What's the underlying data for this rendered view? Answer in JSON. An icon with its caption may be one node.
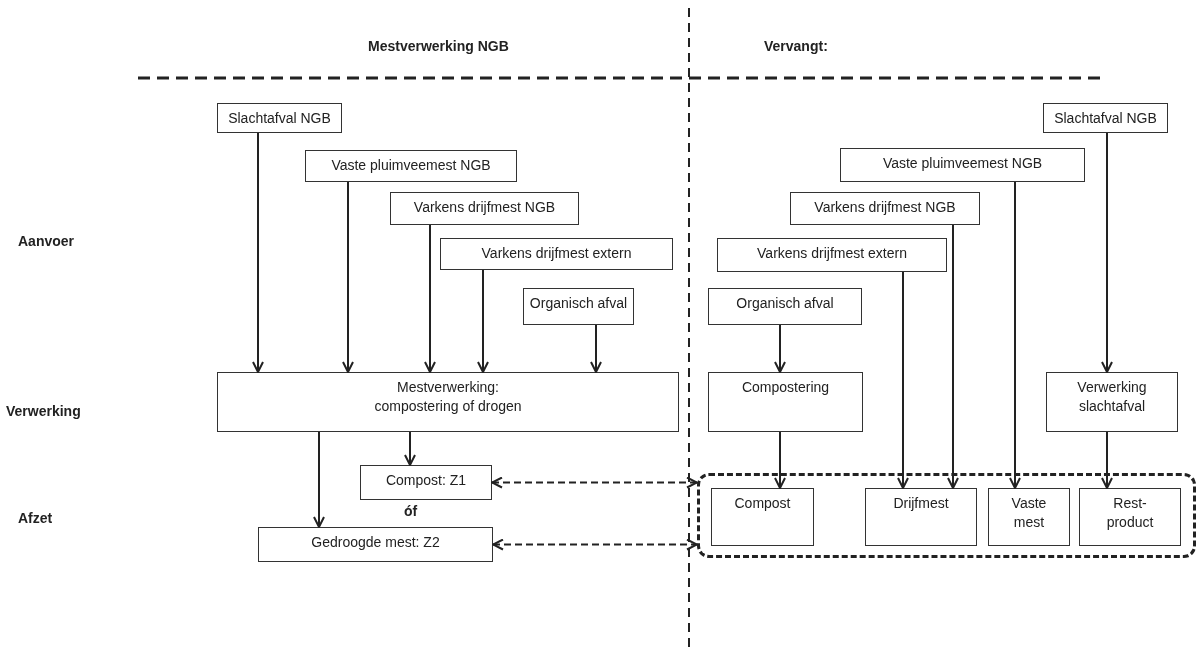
{
  "diagram": {
    "nodes": [
      {
        "text": [
          "Slachtafval NGB"
        ]
      },
      {
        "text": [
          "Vaste pluimveemest NGB"
        ]
      },
      {
        "text": [
          "Varkens drijfmest NGB"
        ]
      },
      {
        "text": [
          "Varkens drijfmest extern"
        ]
      },
      {
        "text": [
          "Organisch afval"
        ]
      },
      {
        "text": [
          "Mestverwerking: compostering of drogen"
        ]
      },
      {
        "text": [
          "Compost: Z1"
        ]
      },
      {
        "text": [
          "Gedroogde mest: Z2"
        ]
      },
      {
        "text": [
          "Slachtafval NGB"
        ]
      },
      {
        "text": [
          "Vaste pluimveemest NGB"
        ]
      },
      {
        "text": [
          "Varkens drijfmest NGB"
        ]
      },
      {
        "text": [
          "Varkens drijfmest extern"
        ]
      },
      {
        "text": [
          "Organisch afval"
        ]
      },
      {
        "text": [
          "Compostering"
        ]
      },
      {
        "text": [
          "Verwerking slachtafval"
        ]
      },
      {
        "text": [],
        "shape": "box"
      },
      {
        "text": [
          "Compost"
        ],
        "in": 15
      },
      {
        "text": [
          "Drijfmest"
        ],
        "in": 15
      },
      {
        "text": [
          "Vaste mest"
        ],
        "in": 15
      },
      {
        "text": [
          "Rest-product"
        ],
        "in": 15
      }
    ],
    "edges": [
      {
        "from": 0,
        "to": 5,
        "arrow": "to"
      },
      {
        "from": 1,
        "to": 5,
        "arrow": "to"
      },
      {
        "from": 2,
        "to": 5,
        "arrow": "to"
      },
      {
        "from": 3,
        "to": 5,
        "arrow": "to"
      },
      {
        "from": 4,
        "to": 5,
        "arrow": "to"
      },
      {
        "from": 5,
        "to": 7,
        "arrow": "to"
      },
      {
        "from": 5,
        "to": 6,
        "arrow": "to"
      },
      {
        "from": 6,
        "to": 15,
        "arrow": "both",
        "style": "dashed"
      },
      {
        "from": 7,
        "to": 15,
        "arrow": "both",
        "style": "dashed"
      },
      {
        "from": 12,
        "to": 13,
        "arrow": "to"
      },
      {
        "from": 13,
        "to": 16,
        "arrow": "to"
      },
      {
        "from": 11,
        "to": 17,
        "arrow": "to"
      },
      {
        "from": 10,
        "to": 17,
        "arrow": "to"
      },
      {
        "from": 9,
        "to": 18,
        "arrow": "to"
      },
      {
        "from": 8,
        "to": 14,
        "arrow": "to"
      },
      {
        "from": 14,
        "to": 19,
        "arrow": "to"
      }
    ],
    "labels": [
      "Mestverwerking NGB",
      "Vervangt:",
      "Aanvoer",
      "Verwerking",
      "Afzet",
      "óf"
    ]
  }
}
